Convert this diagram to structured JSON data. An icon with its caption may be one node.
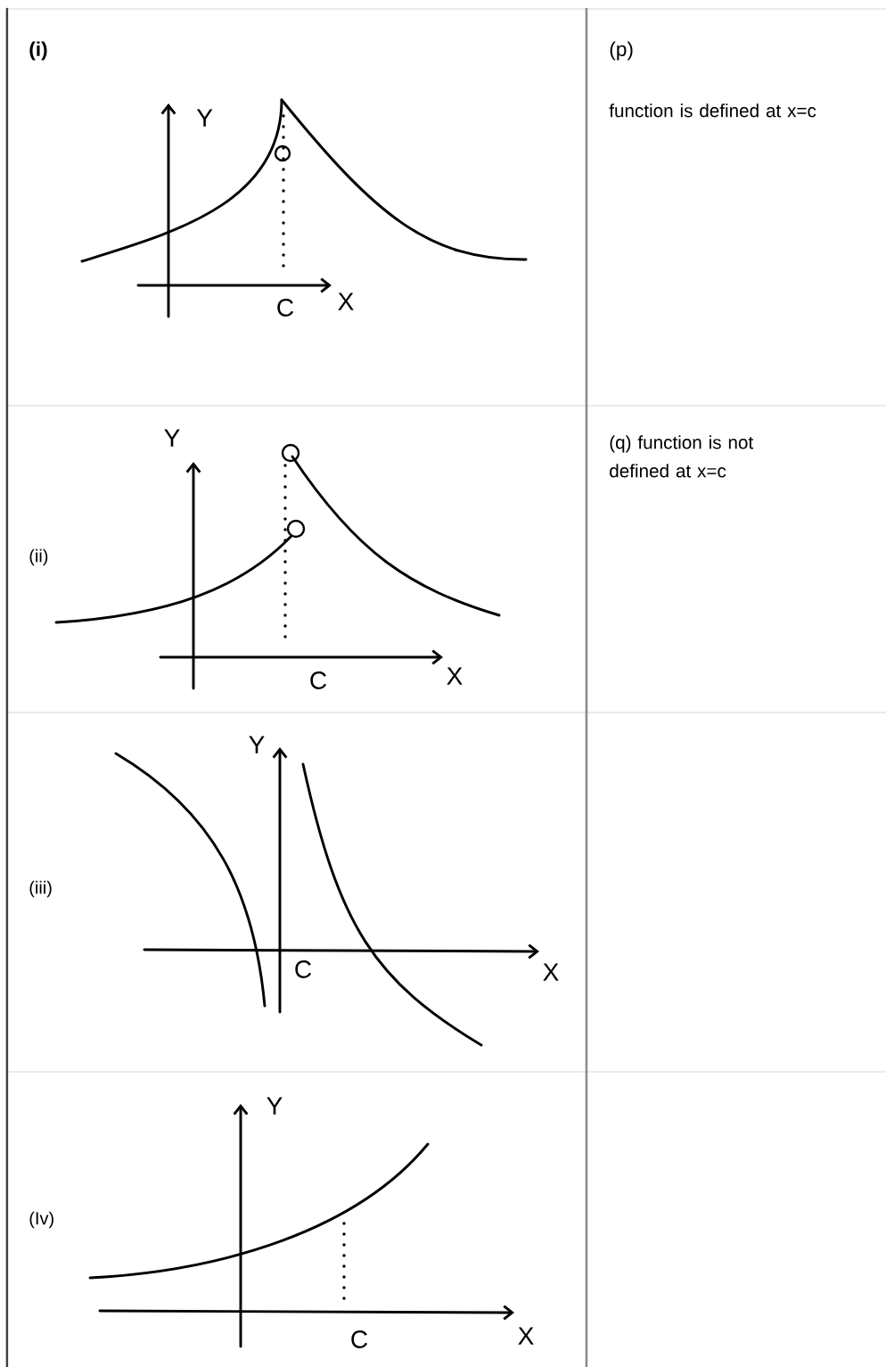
{
  "diagram": {
    "labels": [
      "(i)",
      "Y",
      "C",
      "X",
      "(p)",
      "function is defined at x=c",
      "Y",
      "(ii)",
      "C",
      "X",
      "(q) function is not defined at x=c",
      "Y",
      "(iii)",
      "C",
      "X",
      "Y",
      "(Iv)",
      "C",
      "X"
    ]
  }
}
